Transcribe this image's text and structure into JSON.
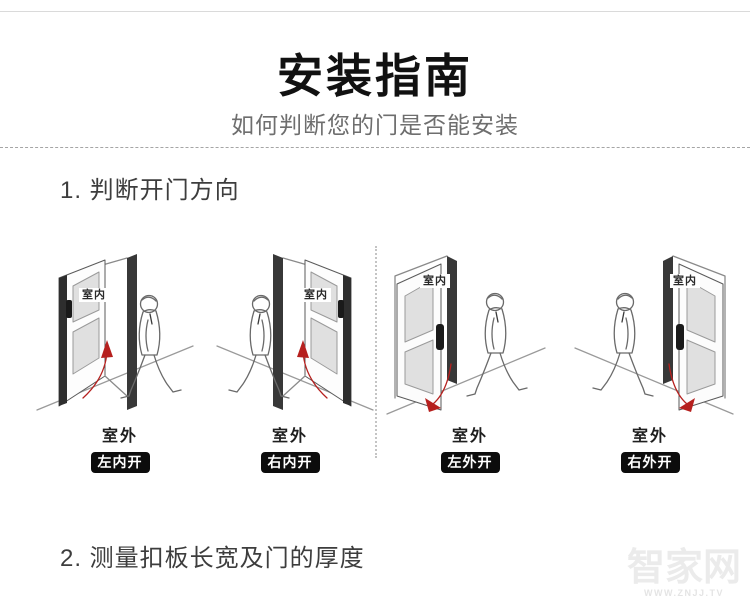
{
  "header": {
    "title": "安装指南",
    "subtitle": "如何判断您的门是否能安装"
  },
  "sections": {
    "step1": "1. 判断开门方向",
    "step2": "2. 测量扣板长宽及门的厚度"
  },
  "diagrams": [
    {
      "indoor": "室内",
      "outdoor": "室外",
      "badge": "左内开"
    },
    {
      "indoor": "室内",
      "outdoor": "室外",
      "badge": "右内开"
    },
    {
      "indoor": "室内",
      "outdoor": "室外",
      "badge": "左外开"
    },
    {
      "indoor": "室内",
      "outdoor": "室外",
      "badge": "右外开"
    }
  ],
  "watermark": {
    "logo": "智家网",
    "url": "WWW.ZNJJ.TV"
  },
  "colors": {
    "arrow": "#b6201e",
    "badge_bg": "#0c0c0c",
    "badge_text": "#ffffff"
  }
}
